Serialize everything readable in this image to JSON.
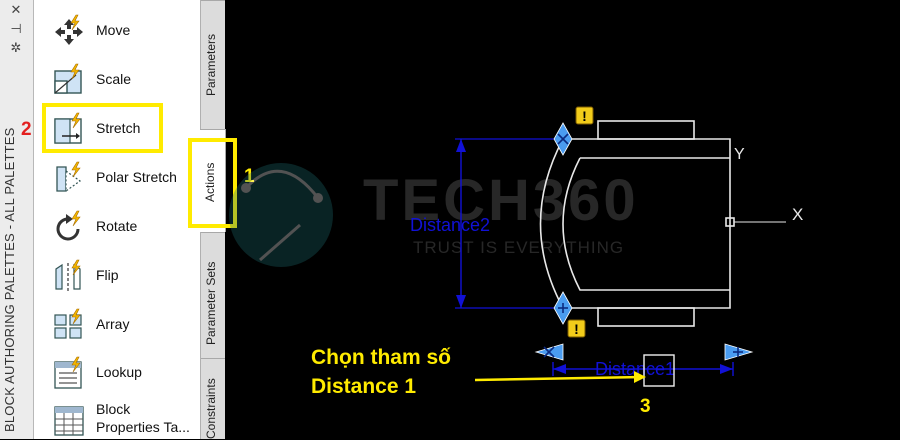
{
  "palette": {
    "title": "BLOCK AUTHORING PALETTES - ALL PALETTES",
    "controls": [
      {
        "name": "close-icon",
        "glyph": "✕"
      },
      {
        "name": "pin-icon",
        "glyph": "⊣"
      },
      {
        "name": "settings-icon",
        "glyph": "✲"
      }
    ],
    "tools": [
      {
        "label": "Move",
        "icon": "move-icon"
      },
      {
        "label": "Scale",
        "icon": "scale-icon"
      },
      {
        "label": "Stretch",
        "icon": "stretch-icon"
      },
      {
        "label": "Polar Stretch",
        "icon": "polar-stretch-icon"
      },
      {
        "label": "Rotate",
        "icon": "rotate-icon"
      },
      {
        "label": "Flip",
        "icon": "flip-icon"
      },
      {
        "label": "Array",
        "icon": "array-icon"
      },
      {
        "label": "Lookup",
        "icon": "lookup-icon"
      },
      {
        "label": "Block Properties Ta...",
        "icon": "block-properties-table-icon"
      }
    ],
    "tabs": [
      "Parameters",
      "Actions",
      "Parameter Sets",
      "Constraints"
    ],
    "active_tab": "Actions"
  },
  "annotations": {
    "marker_actions": "1",
    "marker_stretch": "2",
    "marker_select": "3",
    "caption_line1": "Chọn tham số",
    "caption_line2": "Distance 1"
  },
  "drawing": {
    "label_distance2": "Distance2",
    "label_distance1": "Distance1",
    "axis_y": "Y",
    "axis_x": "X",
    "warning_glyph": "!"
  },
  "watermark": {
    "brand": "TECH360",
    "tagline": "TRUST IS EVERYTHING"
  },
  "colors": {
    "highlight": "#ffeb00",
    "param_blue": "#1111d6",
    "grip_blue": "#4a9cf0",
    "warning": "#f2cc1a",
    "marker_red": "#e32020",
    "geometry": "#e8e8e8"
  }
}
